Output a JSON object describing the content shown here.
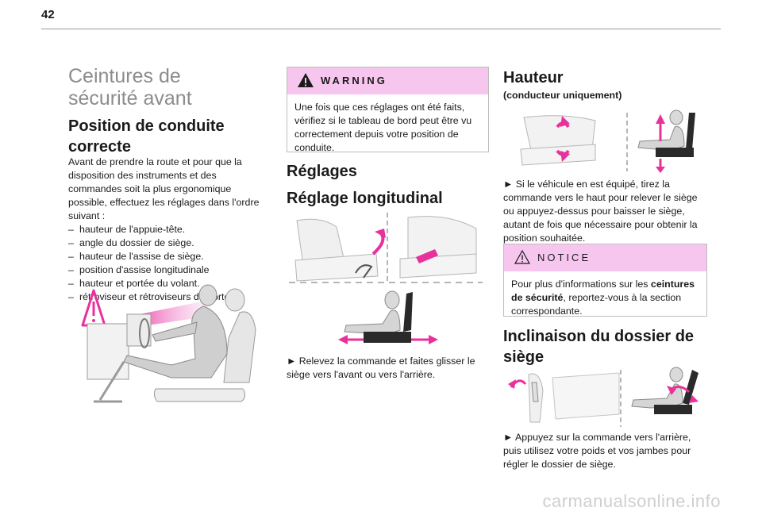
{
  "page_number": "42",
  "title": "Ceintures de sécurité avant",
  "col1": {
    "heading": "Position de conduite correcte",
    "intro": "Avant de prendre la route et pour que la disposition des instruments et des commandes soit la plus ergonomique possible, effectuez les réglages dans l'ordre suivant :",
    "items": [
      "hauteur de l'appuie-tête.",
      "angle du dossier de siège.",
      "hauteur de l'assise de siège.",
      "position d'assise longitudinale",
      "hauteur et portée du volant.",
      "rétroviseur et rétroviseurs de porte."
    ]
  },
  "col2": {
    "warning_label": "WARNING",
    "warning_text": "Une fois que ces réglages ont été faits, vérifiez si le tableau de bord peut être vu correctement depuis votre position de conduite.",
    "heading": "Réglages",
    "subheading": "Réglage longitudinal",
    "caption": "► Relevez la commande et faites glisser le siège vers l'avant ou vers l'arrière."
  },
  "col3": {
    "heading": "Hauteur",
    "subheading": "(conducteur uniquement)",
    "caption": "► Si le véhicule en est équipé, tirez la commande vers le haut pour relever le siège ou appuyez-dessus pour baisser le siège, autant de fois que nécessaire pour obtenir la position souhaitée.",
    "notice_label": "NOTICE",
    "notice_pre": "Pour plus d'informations sur les ",
    "notice_bold": "ceintures de sécurité",
    "notice_post": ", reportez-vous à la section correspondante.",
    "heading2": "Inclinaison du dossier de siège",
    "caption2": "► Appuyez sur la commande vers l'arrière, puis utilisez votre poids et vos jambes pour régler le dossier de siège."
  },
  "watermark": "carmanualsonline.info",
  "colors": {
    "accent": "#e8319c",
    "box_header": "#f7c6ef",
    "title_gray": "#8c8c8c"
  },
  "icons": [
    "warning-triangle-icon",
    "notice-triangle-icon"
  ]
}
